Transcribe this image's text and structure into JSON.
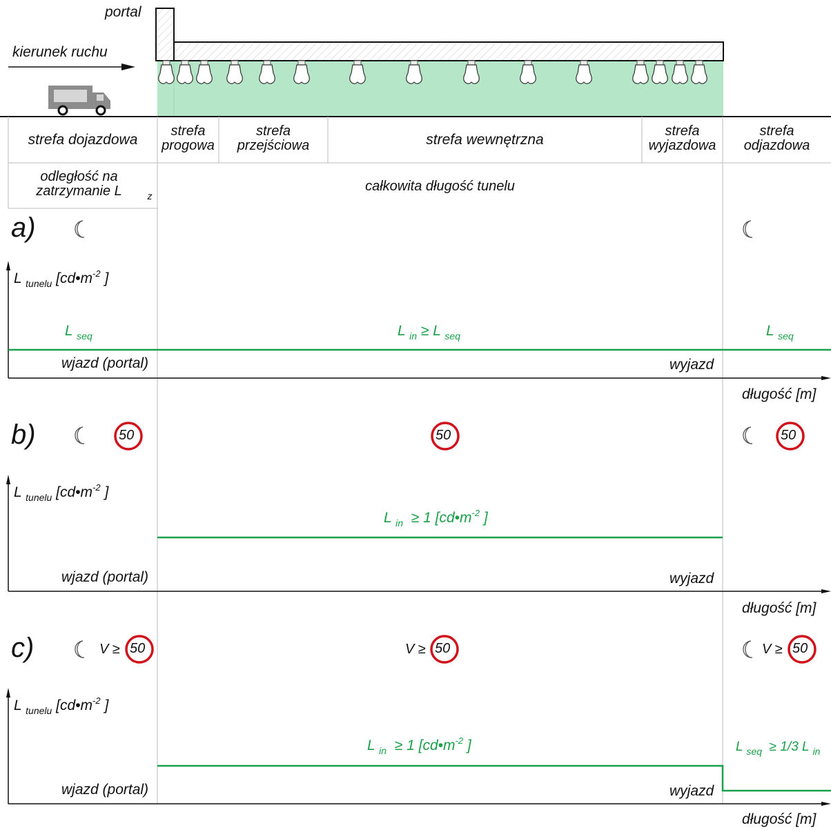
{
  "tunnel": {
    "portal_label": "portal",
    "direction_label": "kierunek ruchu"
  },
  "zones_row": {
    "approach": "strefa dojazdowa",
    "threshold": "strefa progowa",
    "transition": "strefa przejściowa",
    "interior": "strefa wewnętrzna",
    "exit": "strefa wyjazdowa",
    "departure": "strefa odjazdowa"
  },
  "lengths_row": {
    "stopping_distance": "odległość na zatrzymanie L",
    "stopping_distance_sub": "z",
    "total_length": "całkowita długość tunelu"
  },
  "common": {
    "y_axis_L": "L",
    "y_axis_sub": "tunelu",
    "y_axis_unit_a": "[cd",
    "y_axis_unit_b": "m",
    "y_axis_unit_exp": "-2",
    "y_axis_unit_c": "]",
    "entry_label": "wjazd (portal)",
    "exit_label": "wyjazd",
    "x_axis_label": "długość [m]",
    "speed_limit": "50",
    "v_ge": "V ≥"
  },
  "panel_a": {
    "letter": "a)",
    "left_L": "L",
    "left_sub": "seq",
    "mid_L": "L",
    "mid_sub": "in",
    "mid_ge": "≥ L",
    "mid_sub2": "seq",
    "right_L": "L",
    "right_sub": "seq"
  },
  "panel_b": {
    "letter": "b)",
    "mid_L": "L",
    "mid_sub": "in",
    "mid_rest": "≥ 1 [cd",
    "mid_m": "m",
    "mid_exp": "-2",
    "mid_close": "]"
  },
  "panel_c": {
    "letter": "c)",
    "mid_L": "L",
    "mid_sub": "in",
    "mid_rest": "≥ 1 [cd",
    "mid_m": "m",
    "mid_exp": "-2",
    "mid_close": "]",
    "right_L": "L",
    "right_sub": "seq",
    "right_rest": "≥ 1/3 L",
    "right_sub2": "in"
  },
  "colors": {
    "green_line": "#1aa04a",
    "tunnel_fill": "#b5e6c8",
    "sign_red": "#d0121b"
  }
}
